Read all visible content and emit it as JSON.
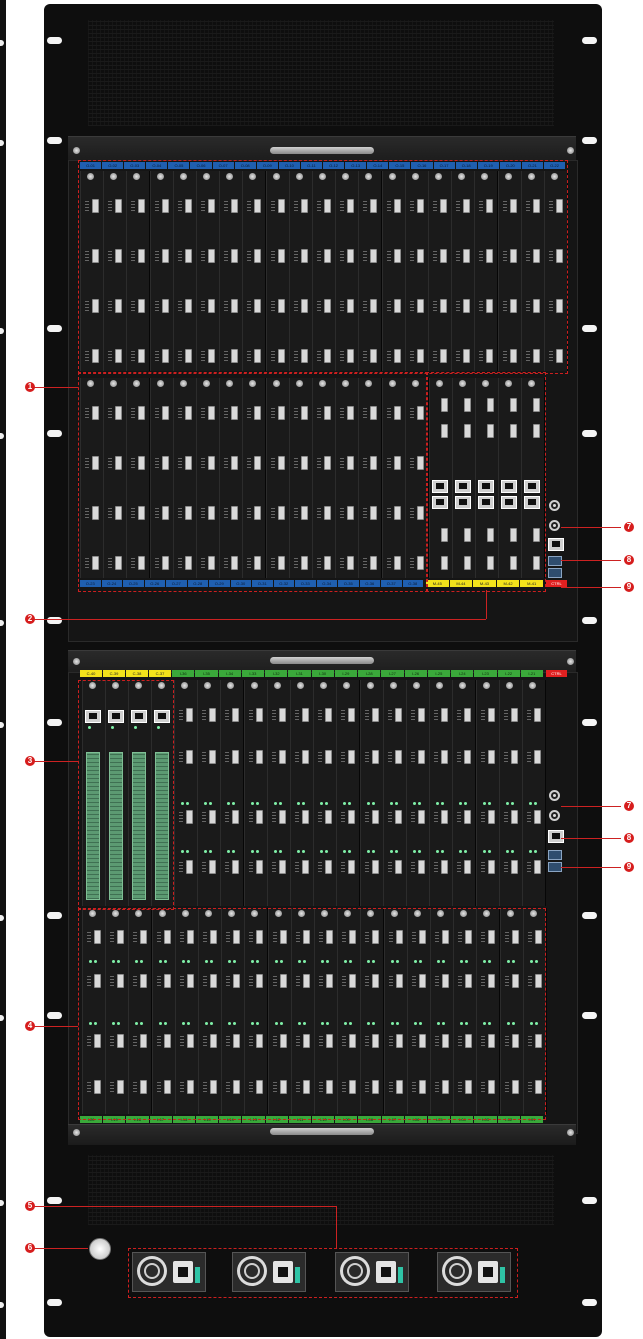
{
  "strips": {
    "top_output_labels": [
      "O-01",
      "O-02",
      "O-03",
      "O-04",
      "O-05",
      "O-06",
      "O-07",
      "O-08",
      "O-09",
      "O-10",
      "O-11",
      "O-12",
      "O-13",
      "O-14",
      "O-15",
      "O-16",
      "O-17",
      "O-18",
      "O-19",
      "O-20",
      "O-21",
      "O-22"
    ],
    "top_lower_blue_labels": [
      "O-23",
      "O-24",
      "O-25",
      "O-26",
      "O-27",
      "O-28",
      "O-29",
      "O-30",
      "O-31",
      "O-32",
      "O-33",
      "O-34",
      "O-35",
      "O-36",
      "O-37",
      "O-38"
    ],
    "top_mixed_labels": [
      "M-45",
      "M-44",
      "M-43",
      "M-42",
      "M-41"
    ],
    "top_ctrl_label": "CTRL",
    "bottom_c_labels": [
      "C-40",
      "C-39",
      "C-38",
      "C-37"
    ],
    "bottom_green_labels": [
      "I-36",
      "I-35",
      "I-34",
      "I-33",
      "I-32",
      "I-31",
      "I-30",
      "I-29",
      "I-28",
      "I-27",
      "I-26",
      "I-25",
      "I-24",
      "I-23",
      "I-22",
      "I-21"
    ],
    "bottom_ctrl_label": "CTRL",
    "bottom_footer_labels": [
      "I-20",
      "I-19",
      "I-18",
      "I-17",
      "I-16",
      "I-15",
      "I-14",
      "I-13",
      "I-12",
      "I-11",
      "I-10",
      "I-09",
      "I-08",
      "I-07",
      "I-06",
      "I-05",
      "I-04",
      "I-03",
      "I-02",
      "I-01"
    ]
  },
  "callouts": {
    "n1": "1",
    "n2": "2",
    "n3": "3",
    "n4": "4",
    "n5": "5",
    "n6": "6",
    "n7a": "7",
    "n8a": "8",
    "n9a": "9",
    "n7b": "7",
    "n8b": "8",
    "n9b": "9"
  },
  "colors": {
    "chassis": "#0e0e0e",
    "callout_red": "#d61d1d",
    "label_blue": "#1f5fb0",
    "label_yellow": "#f2e21b",
    "label_green": "#3aa83a",
    "label_red": "#e02020"
  }
}
